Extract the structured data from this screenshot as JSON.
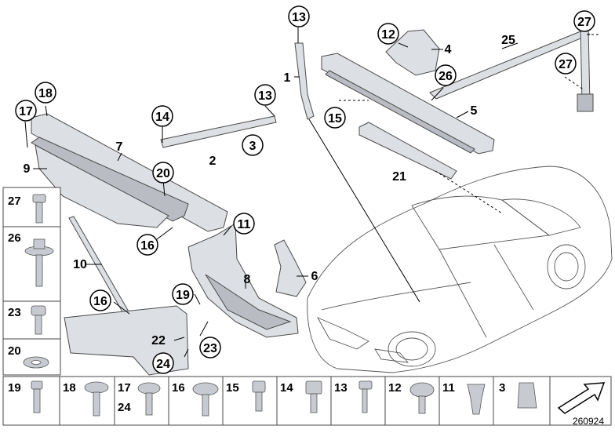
{
  "diagram": {
    "reference_number": "260924",
    "callouts": [
      "13",
      "12",
      "27",
      "25",
      "27",
      "18",
      "17",
      "26",
      "13",
      "14",
      "15",
      "20",
      "11",
      "16",
      "19",
      "16",
      "22",
      "23",
      "24",
      "3"
    ],
    "plain_labels": [
      "4",
      "1",
      "5",
      "7",
      "9",
      "2",
      "21",
      "10",
      "8",
      "6"
    ],
    "side_panel": [
      "27",
      "26",
      "23",
      "20"
    ],
    "bottom_row": [
      {
        "label": "19"
      },
      {
        "label": "18"
      },
      {
        "label": "17",
        "sub": "24"
      },
      {
        "label": "16"
      },
      {
        "label": "15"
      },
      {
        "label": "14"
      },
      {
        "label": "13"
      },
      {
        "label": "12"
      },
      {
        "label": "11"
      },
      {
        "label": "3"
      }
    ],
    "icons": {
      "arrow": "direction-arrow-icon"
    }
  }
}
